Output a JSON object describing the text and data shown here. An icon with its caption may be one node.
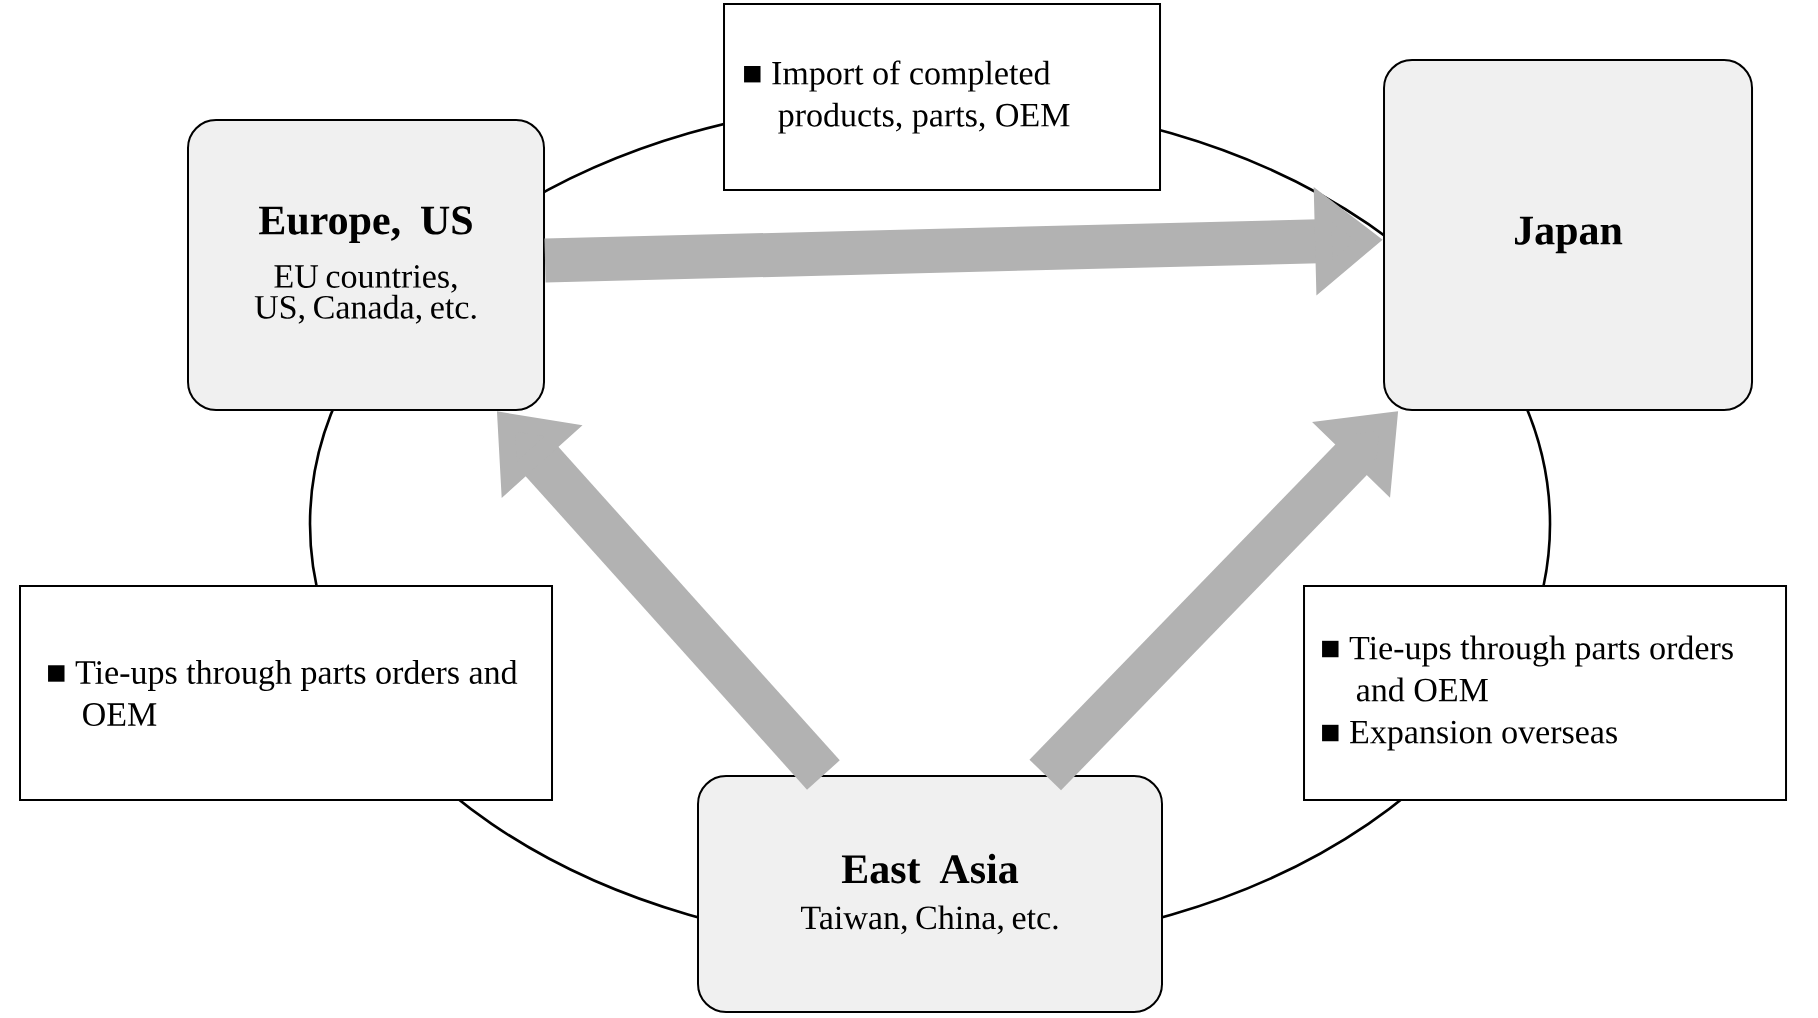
{
  "diagram": {
    "nodes": [
      {
        "text": [
          "Europe, US",
          "EU countries, US, Canada, etc."
        ]
      },
      {
        "text": [
          "Japan"
        ]
      },
      {
        "text": [
          "East Asia",
          "Taiwan, China, etc."
        ]
      },
      {
        "text": [
          "■ Import of completed products, parts, OEM"
        ]
      },
      {
        "text": [
          "■ Tie-ups through parts orders and OEM"
        ]
      },
      {
        "text": [
          "■ Tie-ups through parts orders and OEM",
          "■ Expansion overseas"
        ]
      }
    ],
    "edges": [
      {
        "from": 0,
        "to": 1,
        "arrow": "to"
      },
      {
        "from": 2,
        "to": 0,
        "arrow": "to"
      },
      {
        "from": 2,
        "to": 1,
        "arrow": "to"
      }
    ]
  }
}
